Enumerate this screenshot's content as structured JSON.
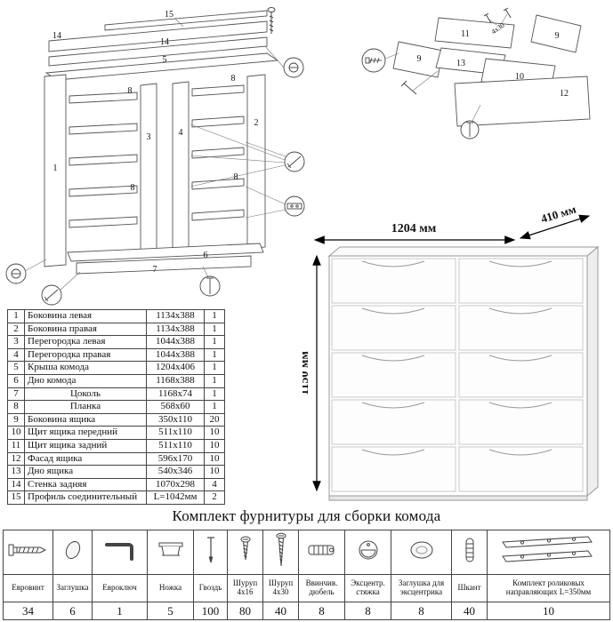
{
  "document": {
    "title": "Комплект фурнитуры для сборки комода"
  },
  "dimensions": {
    "width": "1204 мм",
    "depth": "410 мм",
    "height": "1150 мм"
  },
  "assembly_diagram": {
    "labels": [
      "15",
      "14",
      "14",
      "5",
      "8",
      "8",
      "1",
      "3",
      "4",
      "2",
      "8",
      "8",
      "7",
      "6"
    ]
  },
  "drawer_diagram": {
    "labels": [
      "11",
      "4x30",
      "9",
      "9",
      "13",
      "10",
      "12"
    ]
  },
  "parts_table": {
    "rows": [
      {
        "num": "1",
        "name": "Боковина левая",
        "size": "1134x388",
        "qty": "1"
      },
      {
        "num": "2",
        "name": "Боковина правая",
        "size": "1134x388",
        "qty": "1"
      },
      {
        "num": "3",
        "name": "Перегородка левая",
        "size": "1044x388",
        "qty": "1"
      },
      {
        "num": "4",
        "name": "Перегородка правая",
        "size": "1044x388",
        "qty": "1"
      },
      {
        "num": "5",
        "name": "Крыша комода",
        "size": "1204x406",
        "qty": "1"
      },
      {
        "num": "6",
        "name": "Дно комода",
        "size": "1168x388",
        "qty": "1"
      },
      {
        "num": "7",
        "name": "Цоколь",
        "size": "1168x74",
        "qty": "1"
      },
      {
        "num": "8",
        "name": "Планка",
        "size": "568x60",
        "qty": "1"
      },
      {
        "num": "9",
        "name": "Боковина ящика",
        "size": "350x110",
        "qty": "20"
      },
      {
        "num": "10",
        "name": "Щит ящика передний",
        "size": "511x110",
        "qty": "10"
      },
      {
        "num": "11",
        "name": "Щит ящика задний",
        "size": "511x110",
        "qty": "10"
      },
      {
        "num": "12",
        "name": "Фасад ящика",
        "size": "596x170",
        "qty": "10"
      },
      {
        "num": "13",
        "name": "Дно ящика",
        "size": "540x346",
        "qty": "10"
      },
      {
        "num": "14",
        "name": "Стенка задняя",
        "size": "1070x298",
        "qty": "4"
      },
      {
        "num": "15",
        "name": "Профиль соединительный",
        "size": "L=1042мм",
        "qty": "2"
      }
    ]
  },
  "hardware_table": {
    "items": [
      {
        "label": "Евровинт",
        "qty": "34",
        "icon": "euroscrew-icon"
      },
      {
        "label": "Заглушка",
        "qty": "6",
        "icon": "plug-icon"
      },
      {
        "label": "Евроключ",
        "qty": "1",
        "icon": "hex-key-icon"
      },
      {
        "label": "Ножка",
        "qty": "5",
        "icon": "leg-icon"
      },
      {
        "label": "Гвоздь",
        "qty": "100",
        "icon": "nail-icon"
      },
      {
        "label": "Шуруп 4x16",
        "qty": "80",
        "icon": "screw-short-icon"
      },
      {
        "label": "Шуруп 4x30",
        "qty": "40",
        "icon": "screw-long-icon"
      },
      {
        "label": "Ввинчив. дюбель",
        "qty": "8",
        "icon": "dowel-sleeve-icon"
      },
      {
        "label": "Эксцентр. стяжка",
        "qty": "8",
        "icon": "cam-lock-icon"
      },
      {
        "label": "Заглушка для эксцентрика",
        "qty": "8",
        "icon": "cam-cap-icon"
      },
      {
        "label": "Шкант",
        "qty": "40",
        "icon": "wood-pin-icon"
      },
      {
        "label": "Комплект роликовых направляющих L=350мм",
        "qty": "10",
        "icon": "roller-guides-icon"
      }
    ]
  }
}
